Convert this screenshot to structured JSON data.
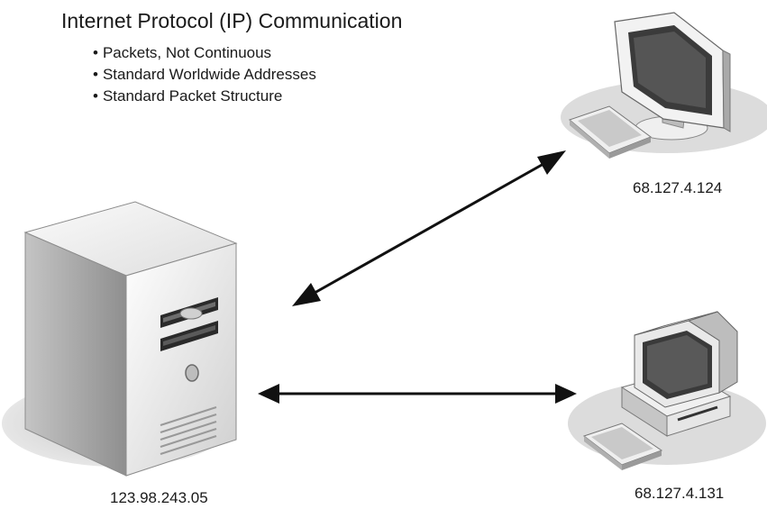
{
  "title": "Internet Protocol (IP) Communication",
  "bullets": [
    "Packets, Not Continuous",
    "Standard Worldwide Addresses",
    "Standard Packet Structure"
  ],
  "nodes": {
    "server": {
      "ip": "123.98.243.05",
      "icon": "server-tower-icon"
    },
    "pc_top": {
      "ip": "68.127.4.124",
      "icon": "flat-panel-computer-icon"
    },
    "pc_bottom": {
      "ip": "68.127.4.131",
      "icon": "desktop-computer-icon"
    }
  },
  "colors": {
    "arrow": "#111111",
    "device_light": "#e8e8e8",
    "device_dark": "#9a9a9a",
    "shadow": "#d4d4d4"
  }
}
